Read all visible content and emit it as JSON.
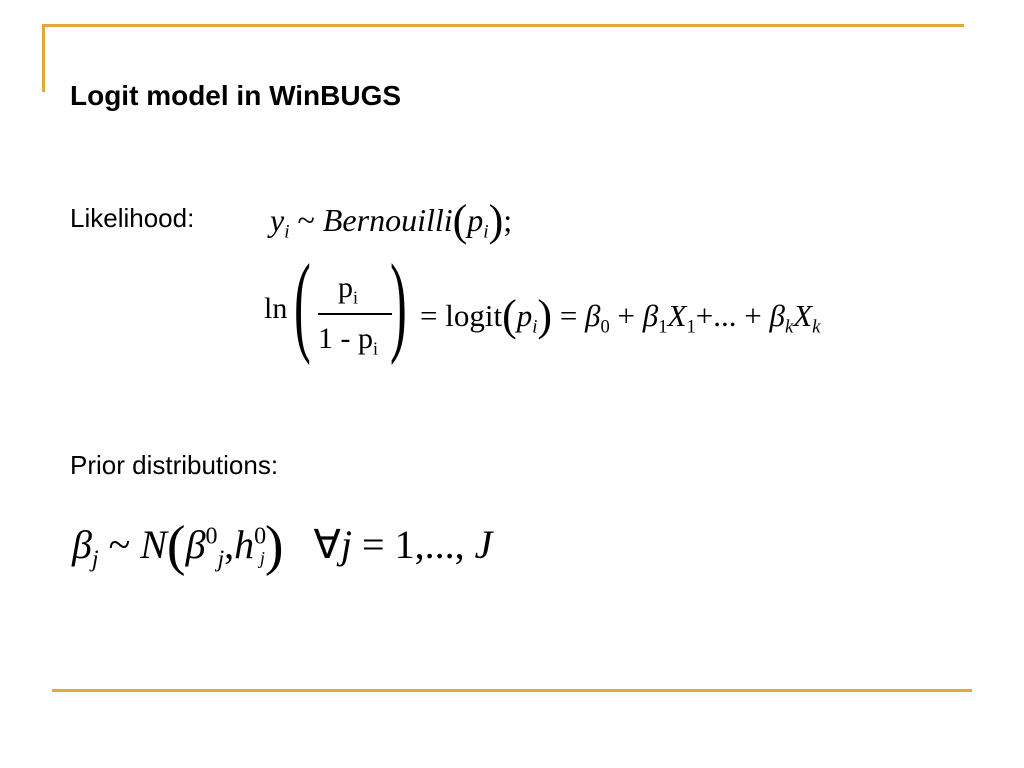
{
  "slide": {
    "title": "Logit model in WinBUGS",
    "likelihood_label": "Likelihood:",
    "prior_label": "Prior distributions:"
  },
  "eq_likelihood": {
    "y": "y",
    "i": "i",
    "tilde": "~",
    "dist": "Bernouilli",
    "open": "(",
    "p": "p",
    "close": ")",
    "semicolon": ";"
  },
  "eq_logit": {
    "ln": "ln",
    "num": "p",
    "num_sub": "i",
    "den": "1 - p",
    "den_sub": "i",
    "rhs_logit": "= logit",
    "rhs_p": "p",
    "rhs_p_sub": "i",
    "rhs_eq": "=",
    "beta": "β",
    "sub0": "0",
    "plus": "+",
    "sub1": "1",
    "x": "X",
    "dots": "+... +",
    "subk": "k"
  },
  "eq_prior": {
    "beta": "β",
    "j": "j",
    "tilde": "~",
    "N": "N",
    "sup0": "0",
    "comma": ",",
    "h": "h",
    "forall": "∀",
    "range": "= 1,..., ",
    "J": "J"
  },
  "colors": {
    "accent": "#e0a93a"
  }
}
